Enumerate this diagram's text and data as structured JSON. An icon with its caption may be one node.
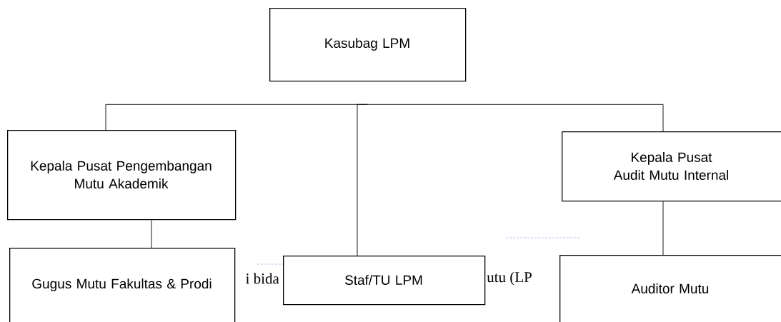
{
  "diagram": {
    "nodes": [
      {
        "text": [
          "Kasubag LPM"
        ]
      },
      {
        "text": [
          "Kepala Pusat Pengembangan Mutu Akademik"
        ]
      },
      {
        "text": [
          "Kepala Pusat Audit Mutu Internal"
        ]
      },
      {
        "text": [
          "Gugus Mutu Fakultas & Prodi"
        ]
      },
      {
        "text": [
          "Staf/TU LPM"
        ]
      },
      {
        "text": [
          "Auditor Mutu"
        ]
      }
    ],
    "edges": [
      {
        "from": 0,
        "to": 1,
        "arrow": "none"
      },
      {
        "from": 0,
        "to": 4,
        "arrow": "none"
      },
      {
        "from": 0,
        "to": 2,
        "arrow": "none"
      },
      {
        "from": 1,
        "to": 3,
        "arrow": "none"
      },
      {
        "from": 2,
        "to": 5,
        "arrow": "none"
      }
    ],
    "labels": [
      "i bida",
      "utu (LP"
    ]
  }
}
